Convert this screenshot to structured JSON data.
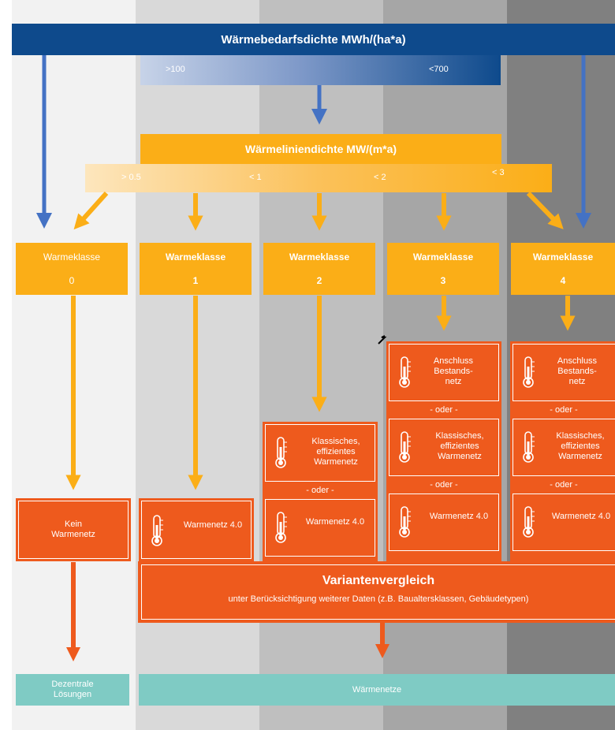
{
  "colors": {
    "col0": "#f2f2f2",
    "col1": "#d9d9d9",
    "col2": "#bfbfbf",
    "col3": "#a6a6a6",
    "col4": "#808080",
    "blue": "#0e4a8c",
    "blue_arrow": "#4472c4",
    "orange": "#fbae17",
    "red": "#ee5a1d",
    "teal": "#7fcbc4"
  },
  "header": {
    "title": "Wärmebedarfsdichte MWh/(ha*a)",
    "gradient_left": ">100",
    "gradient_right": "<700"
  },
  "line_density": {
    "title": "Wärmeliniendichte MW/(m*a)",
    "thresholds": [
      "> 0.5",
      "< 1",
      "< 2",
      "< 3"
    ]
  },
  "classes": [
    {
      "label": "Warmeklasse",
      "number": "0"
    },
    {
      "label": "Warmeklasse",
      "number": "1"
    },
    {
      "label": "Warmeklasse",
      "number": "2"
    },
    {
      "label": "Warmeklasse",
      "number": "3"
    },
    {
      "label": "Warmeklasse",
      "number": "4"
    }
  ],
  "options": {
    "anschluss": "Anschluss Bestands-netz",
    "klassisch": "Klassisches, effizientes Warmenetz",
    "netz40": "Warmenetz 4.0",
    "kein": "Kein Warmenetz",
    "oder": "- oder -"
  },
  "comparison": {
    "title": "Variantenvergleich",
    "subtitle": "unter Berücksichtigung weiterer Daten (z.B. Baualtersklassen, Gebäudetypen)"
  },
  "results": {
    "dezentral": "Dezentrale Lösungen",
    "waermenetze": "Wärmenetze"
  }
}
